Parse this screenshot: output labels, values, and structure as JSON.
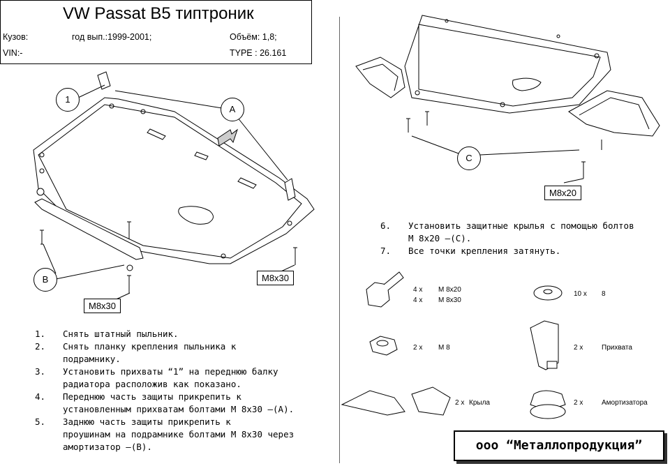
{
  "header": {
    "title": "VW  Passat B5 типтроник",
    "kuzov_label": "Кузов:",
    "god": "год вып.:1999-2001;",
    "obem": "Объём: 1,8;",
    "vin": "VIN:-",
    "type": "TYPE : 26.161"
  },
  "left_diagram": {
    "callouts": [
      "1",
      "A",
      "B"
    ],
    "bolt_labels": [
      "M8x30",
      "M8x30"
    ]
  },
  "right_diagram": {
    "callouts": [
      "C"
    ],
    "bolt_labels": [
      "M8x20"
    ]
  },
  "steps_left": [
    {
      "n": "1.",
      "lines": [
        "Снять штатный пыльник."
      ]
    },
    {
      "n": "2.",
      "lines": [
        "Снять планку крепления пыльника к",
        "подрамнику."
      ]
    },
    {
      "n": "3.",
      "lines": [
        "Установить прихваты “1” на переднюю   балку",
        "радиатора расположив как показано."
      ]
    },
    {
      "n": "4.",
      "lines": [
        "Переднюю часть защиты прикрепить к",
        "установленным прихватам болтами М 8х30 –(А)."
      ]
    },
    {
      "n": "5.",
      "lines": [
        "Заднюю часть защиты прикрепить к",
        "проушинам на подрамнике болтами М 8х30 через",
        "амортизатор –(В)."
      ]
    }
  ],
  "steps_right": [
    {
      "n": "6.",
      "lines": [
        "Установить защитные крылья с помощью болтов",
        "М 8х20 –(С)."
      ]
    },
    {
      "n": "7.",
      "lines": [
        "Все точки крепления затянуть."
      ]
    }
  ],
  "kit": {
    "bolts": {
      "qty1": "4 x",
      "name1": "M 8x20",
      "qty2": "4 x",
      "name2": "M 8x30"
    },
    "washers": {
      "qty": "10 x",
      "name": "8"
    },
    "nuts": {
      "qty": "2 x",
      "name": "M 8"
    },
    "brackets": {
      "qty": "2 x",
      "name": "Прихвата"
    },
    "wings": {
      "qty": "2 x",
      "name": "Крыла"
    },
    "dampers": {
      "qty": "2 x",
      "name": "Амортизатора"
    }
  },
  "company": "ооо “Металлопродукция”"
}
